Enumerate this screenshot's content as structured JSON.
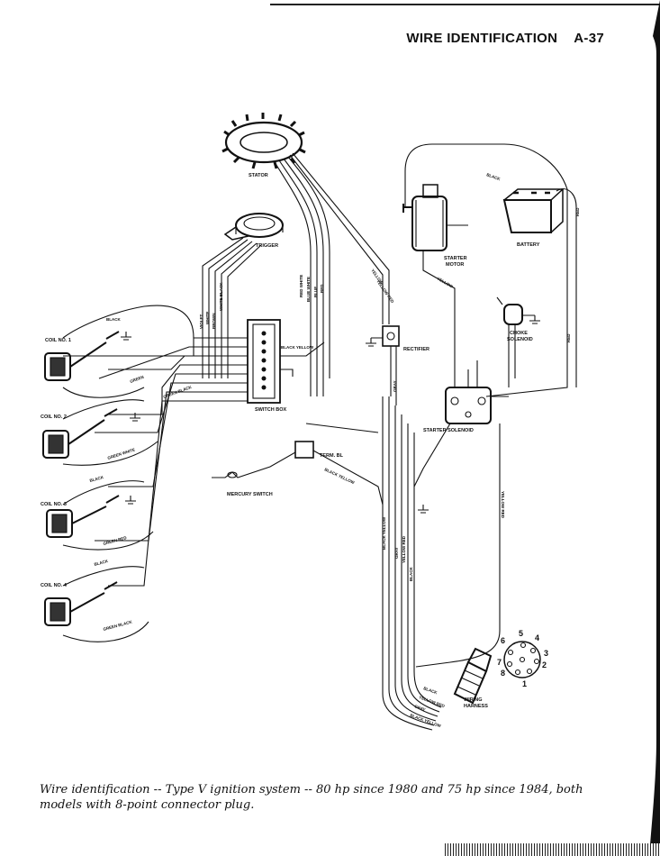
{
  "header": {
    "title": "WIRE IDENTIFICATION",
    "page": "A-37"
  },
  "components": {
    "stator": "STATOR",
    "trigger": "TRIGGER",
    "coil1": "COIL NO. 1",
    "coil2": "COIL NO. 2",
    "coil3": "COIL NO. 3",
    "coil4": "COIL NO. 4",
    "switch_box": "SWITCH BOX",
    "rectifier": "RECTIFIER",
    "starter_motor_1": "STARTER",
    "starter_motor_2": "MOTOR",
    "battery": "BATTERY",
    "choke_solenoid_1": "CHOKE",
    "choke_solenoid_2": "SOLENOID",
    "starter_solenoid": "STARTER SOLENOID",
    "mercury_switch": "MERCURY SWITCH",
    "wiring_harness_1": "WIRING",
    "wiring_harness_2": "HARNESS",
    "terminal_block": "TERM. BL"
  },
  "wires": {
    "black": "BLACK",
    "green": "GREEN",
    "green_black": "GREEN BLACK",
    "green_white": "GREEN WHITE",
    "green_red": "GREEN RED",
    "red": "RED",
    "red_white": "RED WHITE",
    "blue_white": "BLUE WHITE",
    "blue": "BLUE",
    "white_black": "WHITE BLACK",
    "violet": "VIOLET",
    "white": "WHITE",
    "brown": "BROWN",
    "yellow": "YELLOW",
    "yellow_red": "YELLOW RED",
    "black_yellow": "BLACK YELLOW",
    "gray": "GRAY"
  },
  "connector_pins": [
    "1",
    "2",
    "3",
    "4",
    "5",
    "6",
    "7",
    "8"
  ],
  "caption": "Wire identification -- Type V ignition system -- 80 hp since 1980 and 75 hp since 1984, both models with 8-point connector plug."
}
